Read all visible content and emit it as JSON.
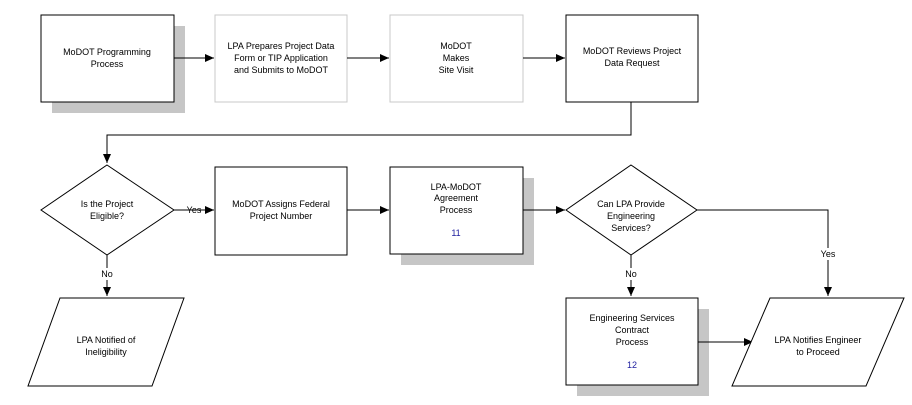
{
  "nodes": {
    "modot_programming": {
      "lines": [
        "MoDOT Programming",
        "Process"
      ]
    },
    "lpa_prepares": {
      "lines": [
        "LPA Prepares Project Data",
        "Form or TIP Application",
        "and Submits to MoDOT"
      ]
    },
    "site_visit": {
      "lines": [
        "MoDOT",
        "Makes",
        "Site Visit"
      ]
    },
    "reviews_request": {
      "lines": [
        "MoDOT Reviews Project",
        "Data Request"
      ]
    },
    "is_eligible": {
      "lines": [
        "Is the Project",
        "Eligible?"
      ]
    },
    "assigns_number": {
      "lines": [
        "MoDOT Assigns Federal",
        "Project Number"
      ]
    },
    "agreement": {
      "lines": [
        "LPA-MoDOT",
        "Agreement",
        "Process"
      ],
      "ref": "11"
    },
    "can_lpa_provide": {
      "lines": [
        "Can LPA Provide",
        "Engineering",
        "Services?"
      ]
    },
    "ineligibility": {
      "lines": [
        "LPA Notified of",
        "Ineligibility"
      ]
    },
    "eng_services": {
      "lines": [
        "Engineering Services",
        "Contract",
        "Process"
      ],
      "ref": "12"
    },
    "notifies_engineer": {
      "lines": [
        "LPA Notifies Engineer",
        "to Proceed"
      ]
    }
  },
  "edge_labels": {
    "yes_eligible": "Yes",
    "no_eligible": "No",
    "no_provide": "No",
    "yes_provide": "Yes"
  }
}
